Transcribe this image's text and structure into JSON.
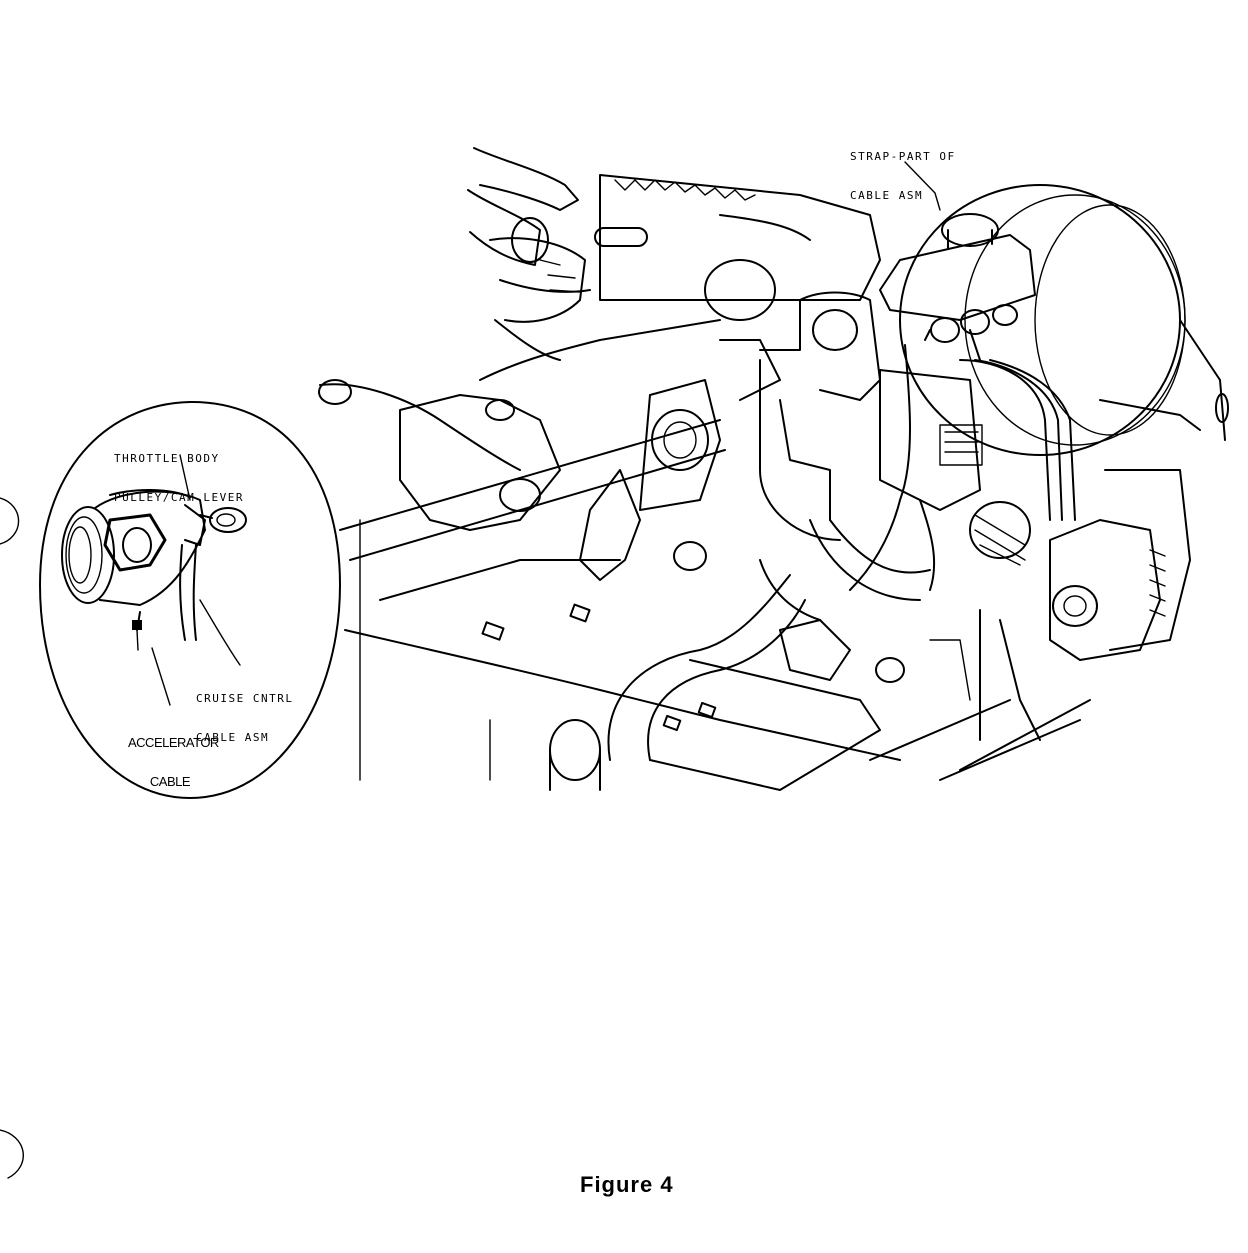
{
  "labels": {
    "strap": [
      "STRAP-PART OF",
      "CABLE ASM"
    ],
    "throttle": [
      "THROTTLE BODY",
      "PULLEY/CAM LEVER"
    ],
    "cruise": [
      "CRUISE CNTRL",
      "CABLE ASM"
    ],
    "accelerator": [
      "ACCELERATOR",
      "CABLE"
    ]
  },
  "caption": "Figure 4"
}
